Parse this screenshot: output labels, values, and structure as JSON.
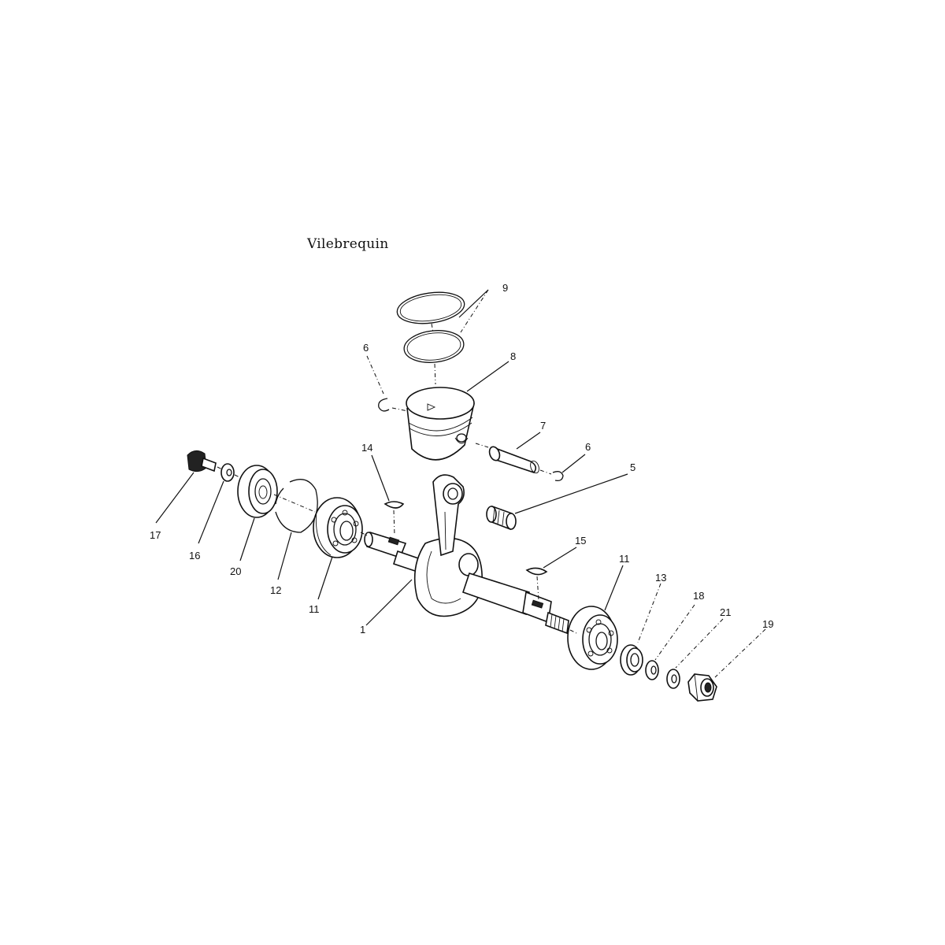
{
  "diagram": {
    "title": "Vilebrequin",
    "labels": {
      "p1": "1",
      "p5": "5",
      "p6a": "6",
      "p6b": "6",
      "p7": "7",
      "p8": "8",
      "p9": "9",
      "p11a": "11",
      "p11b": "11",
      "p12": "12",
      "p13": "13",
      "p14": "14",
      "p15": "15",
      "p16": "16",
      "p17": "17",
      "p18": "18",
      "p19": "19",
      "p20": "20",
      "p21": "21"
    }
  }
}
